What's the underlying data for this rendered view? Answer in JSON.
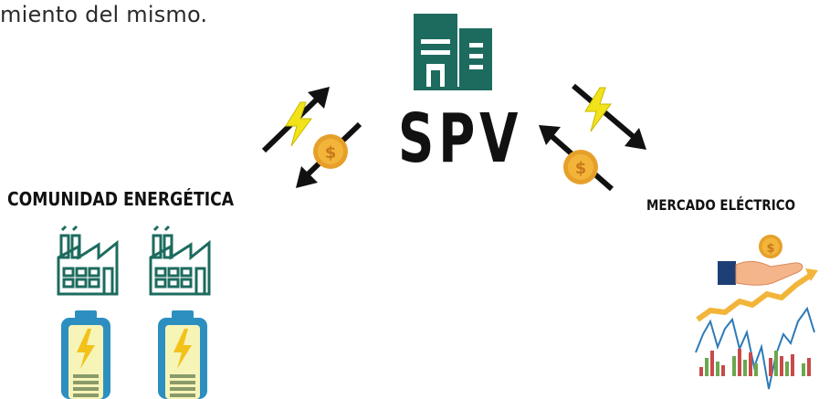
{
  "header": {
    "fragment": "miento del mismo."
  },
  "center": {
    "label": "SPV",
    "icon": "building-icon"
  },
  "left_entity": {
    "label": "COMUNIDAD ENERGÉTICA",
    "icons": [
      "factory-icon",
      "factory-icon",
      "battery-icon",
      "battery-icon"
    ]
  },
  "right_entity": {
    "label": "MERCADO ELÉCTRICO",
    "icons": [
      "hand-coin-icon",
      "market-chart-icon"
    ]
  },
  "flows": [
    {
      "between": "COMUNIDAD ENERGÉTICA -> SPV",
      "icon": "lightning-icon"
    },
    {
      "between": "SPV -> COMUNIDAD ENERGÉTICA",
      "icon": "coin-icon"
    },
    {
      "between": "SPV -> MERCADO ELÉCTRICO",
      "icon": "lightning-icon"
    },
    {
      "between": "MERCADO ELÉCTRICO -> SPV",
      "icon": "coin-icon"
    }
  ],
  "colors": {
    "teal": "#1c6b5e",
    "bolt": "#f2e21a",
    "coin": "#f2b53a",
    "arrow": "#111111"
  }
}
